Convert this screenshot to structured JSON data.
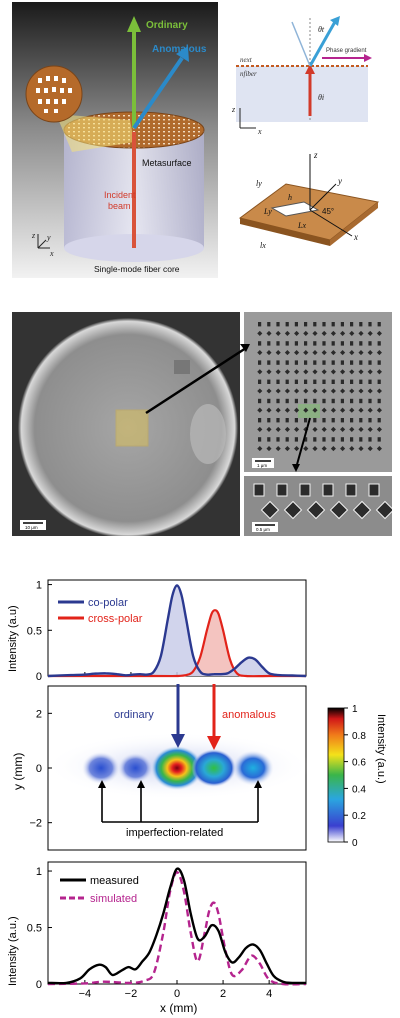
{
  "panel_a": {
    "ordinary": "Ordinary",
    "anomalous": "Anomalous",
    "metasurface": "Metasurface",
    "incident_line1": "Incident",
    "incident_line2": "beam",
    "core": "Single-mode fiber core",
    "axis_x": "x",
    "axis_y": "y",
    "axis_z": "z"
  },
  "panel_b": {
    "theta_t": "θt",
    "theta_i": "θi",
    "n_ext": "next",
    "n_fiber": "nfiber",
    "phase_gradient": "Phase gradient",
    "axis_z": "z",
    "axis_x": "x"
  },
  "panel_c": {
    "ly": "ly",
    "lx": "lx",
    "Ly": "Ly",
    "Lx": "Lx",
    "h": "h",
    "angle": "45°",
    "axis_x": "x",
    "axis_y": "y",
    "axis_z": "z"
  },
  "sem": {
    "scale_main": "10 μm",
    "scale_zoom": "1 μm",
    "scale_detail": "0.5 μm"
  },
  "colors": {
    "co_polar": "#2b3990",
    "cross_polar": "#e2231a",
    "measured": "#000000",
    "simulated": "#b5248e"
  },
  "chart_data": [
    {
      "type": "line",
      "ylabel": "Intensity (a.u)",
      "ylim": [
        0,
        1.05
      ],
      "xlim": [
        -5.6,
        5.6
      ],
      "yticks": [
        "0",
        "0.5",
        "1"
      ],
      "legend_position": "top-left",
      "series": [
        {
          "name": "co-polar",
          "x": [
            -5.6,
            -4.6,
            -4,
            -3.6,
            -3.1,
            -2.6,
            -2.2,
            -1.9,
            -1.6,
            -1.3,
            -1,
            -0.7,
            -0.4,
            -0.2,
            0,
            0.2,
            0.4,
            0.7,
            1,
            1.3,
            1.6,
            1.9,
            2.2,
            2.5,
            2.8,
            3.1,
            3.4,
            3.7,
            4,
            4.4,
            5,
            5.6
          ],
          "y": [
            0,
            0.01,
            0.015,
            0.025,
            0.03,
            0.02,
            0.008,
            0.015,
            0.02,
            0.015,
            0.05,
            0.22,
            0.62,
            0.88,
            0.99,
            0.88,
            0.62,
            0.22,
            0.05,
            0.015,
            0.02,
            0.02,
            0.03,
            0.08,
            0.15,
            0.2,
            0.18,
            0.1,
            0.03,
            0.01,
            0.005,
            0
          ]
        },
        {
          "name": "cross-polar",
          "x": [
            -5.6,
            -1,
            0,
            0.4,
            0.7,
            1,
            1.3,
            1.5,
            1.65,
            1.8,
            2,
            2.3,
            2.6,
            3,
            4,
            5.6
          ],
          "y": [
            0,
            0,
            0,
            0.01,
            0.05,
            0.2,
            0.5,
            0.68,
            0.72,
            0.68,
            0.5,
            0.18,
            0.03,
            0,
            0,
            0
          ]
        }
      ],
      "annotations": [
        "ordinary",
        "anomalous"
      ]
    },
    {
      "type": "heatmap",
      "ylabel": "y (mm)",
      "ylim": [
        -3,
        3
      ],
      "yticks": [
        "2",
        "0",
        "−2"
      ],
      "colorbar_label": "Intensity (a.u.)",
      "colorbar_ticks": [
        "1",
        "0.8",
        "0.6",
        "0.4",
        "0.2",
        "0"
      ],
      "spots_x_mm": [
        -3.3,
        -1.8,
        0,
        1.6,
        3.3
      ],
      "spots_intensity": [
        0.25,
        0.18,
        1.0,
        0.55,
        0.38
      ],
      "annotation": "imperfection-related"
    },
    {
      "type": "line",
      "xlabel": "x (mm)",
      "ylabel": "Intensity (a.u.)",
      "xlim": [
        -5.6,
        5.6
      ],
      "ylim": [
        0,
        1.08
      ],
      "xticks": [
        "−4",
        "−2",
        "0",
        "2",
        "4"
      ],
      "yticks": [
        "0",
        "0.5",
        "1"
      ],
      "legend_position": "top-left",
      "series": [
        {
          "name": "measured",
          "x": [
            -5.6,
            -4.8,
            -4.2,
            -3.8,
            -3.4,
            -3.1,
            -2.8,
            -2.4,
            -2.1,
            -1.8,
            -1.5,
            -1.2,
            -0.9,
            -0.6,
            -0.3,
            0,
            0.3,
            0.6,
            0.9,
            1.2,
            1.5,
            1.8,
            2.1,
            2.4,
            2.7,
            3,
            3.3,
            3.6,
            3.9,
            4.2,
            4.6,
            5,
            5.6
          ],
          "y": [
            0.01,
            0.01,
            0.05,
            0.13,
            0.17,
            0.15,
            0.08,
            0.12,
            0.15,
            0.13,
            0.2,
            0.28,
            0.43,
            0.62,
            0.85,
            1.02,
            0.92,
            0.62,
            0.4,
            0.42,
            0.52,
            0.47,
            0.28,
            0.19,
            0.24,
            0.32,
            0.35,
            0.3,
            0.18,
            0.07,
            0.02,
            0.01,
            0.01
          ]
        },
        {
          "name": "simulated",
          "x": [
            -5.6,
            -4,
            -3.2,
            -2,
            -1.4,
            -1,
            -0.6,
            -0.3,
            0,
            0.3,
            0.6,
            0.9,
            1.2,
            1.4,
            1.6,
            1.8,
            2.1,
            2.4,
            2.8,
            3.1,
            3.3,
            3.6,
            4,
            4.6,
            5.6
          ],
          "y": [
            0,
            0.005,
            0.02,
            0.01,
            0.03,
            0.1,
            0.45,
            0.82,
            0.99,
            0.82,
            0.45,
            0.2,
            0.45,
            0.65,
            0.72,
            0.62,
            0.3,
            0.08,
            0.12,
            0.22,
            0.25,
            0.18,
            0.04,
            0,
            0
          ]
        }
      ]
    }
  ]
}
